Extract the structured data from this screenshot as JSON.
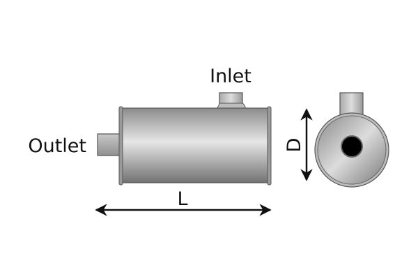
{
  "labels": {
    "inlet": "Inlet",
    "outlet": "Outlet",
    "length": "L",
    "diameter": "D"
  },
  "colors": {
    "body_light": "#e4e4e4",
    "body_dark": "#7d7d7d",
    "outline": "#555555",
    "arrow": "#111111",
    "hole": "#000000"
  }
}
